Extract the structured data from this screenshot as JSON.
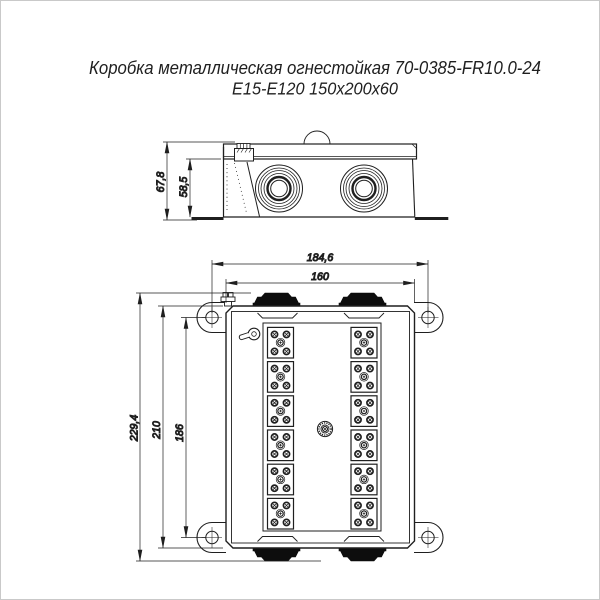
{
  "drawing": {
    "title_line1": "Коробка металлическая огнестойкая 70-0385-FR10.0-24",
    "title_line2": "Е15-Е120 150х200х60",
    "side_view": {
      "dim_total_height": "67,8",
      "dim_body_height": "58,5"
    },
    "front_view": {
      "dim_mount_hole_spacing_width": "184,6",
      "dim_box_width": "160",
      "dim_total_height": "229,4",
      "dim_box_height": "210",
      "dim_mount_hole_spacing_height": "186"
    },
    "colors": {
      "line": "#1f1f1f",
      "background": "#ffffff",
      "gland_fill": "#0d0d0d"
    }
  }
}
